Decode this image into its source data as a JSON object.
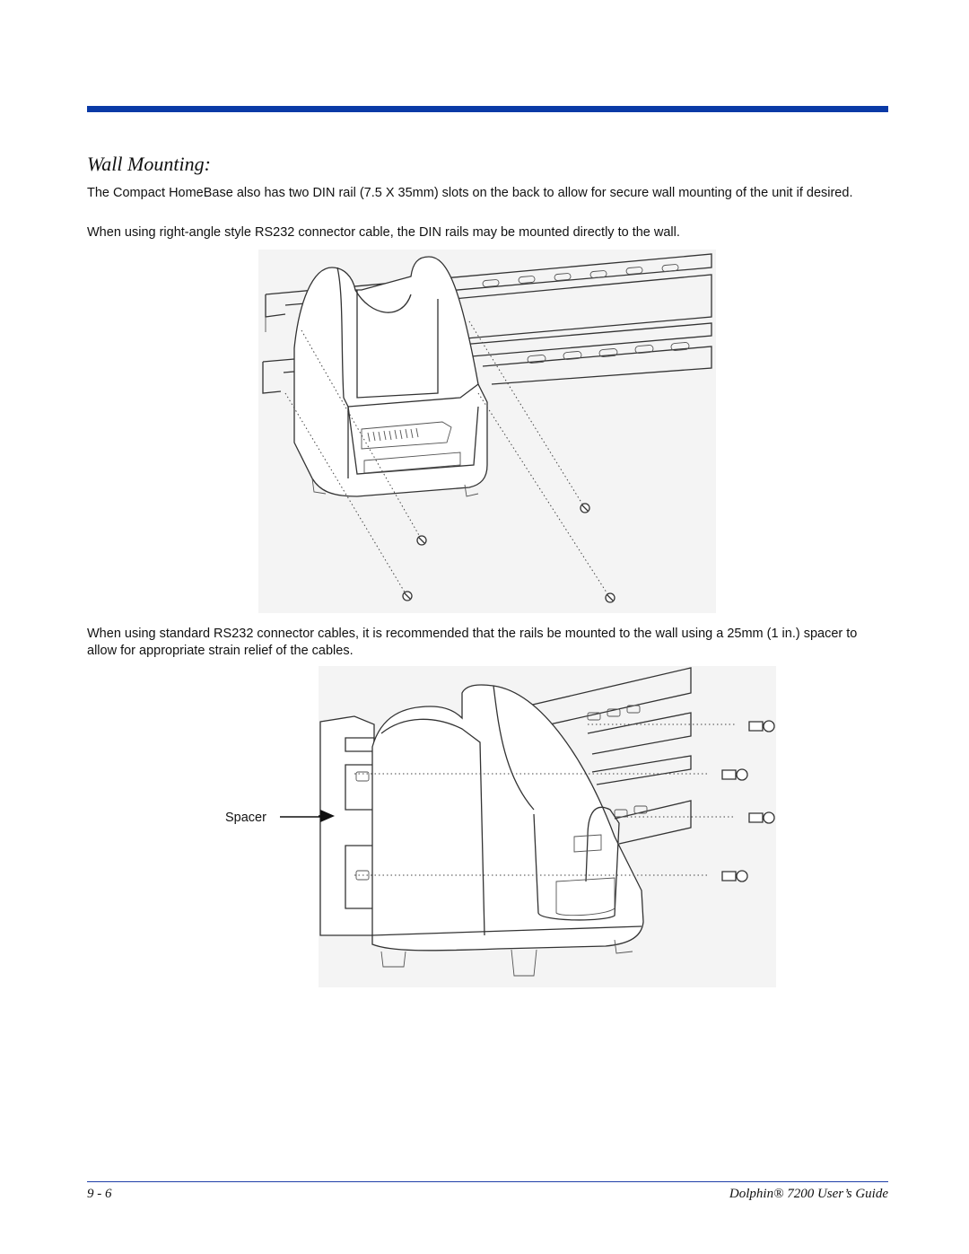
{
  "heading": "Wall Mounting:",
  "paragraphs": {
    "p1": "The Compact HomeBase also has two DIN rail (7.5 X 35mm) slots on the back to allow for secure wall mounting of the unit if desired.",
    "p2": "When using right-angle style RS232 connector cable, the DIN rails may be mounted directly to the wall.",
    "p3": "When using standard RS232 connector cables, it is recommended that the rails be mounted to the wall using a 25mm (1 in.) spacer to allow for appropriate strain relief of the cables."
  },
  "figure2": {
    "callout_label": "Spacer"
  },
  "footer": {
    "page_number": "9 - 6",
    "guide_title": "Dolphin® 7200 User’s Guide"
  },
  "colors": {
    "accent": "#0a3aa6"
  }
}
